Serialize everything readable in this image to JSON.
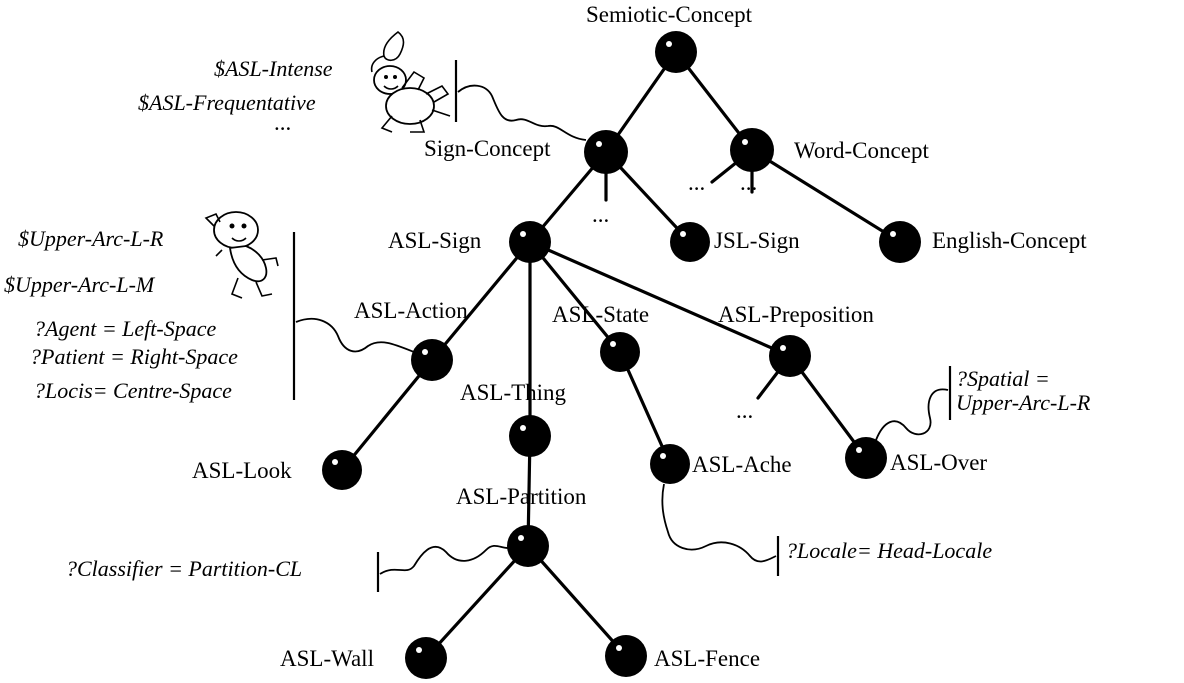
{
  "nodes": {
    "semiotic_concept": "Semiotic-Concept",
    "sign_concept": "Sign-Concept",
    "word_concept": "Word-Concept",
    "asl_sign": "ASL-Sign",
    "jsl_sign": "JSL-Sign",
    "english_concept": "English-Concept",
    "asl_action": "ASL-Action",
    "asl_state": "ASL-State",
    "asl_preposition": "ASL-Preposition",
    "asl_thing": "ASL-Thing",
    "asl_look": "ASL-Look",
    "asl_ache": "ASL-Ache",
    "asl_over": "ASL-Over",
    "asl_partition": "ASL-Partition",
    "asl_wall": "ASL-Wall",
    "asl_fence": "ASL-Fence"
  },
  "ellipsis": "...",
  "annotations": {
    "intense": "$ASL-Intense",
    "frequentative": "$ASL-Frequentative",
    "upper_arc_r": "$Upper-Arc-L-R",
    "upper_arc_m": "$Upper-Arc-L-M",
    "agent": "?Agent = Left-Space",
    "patient": "?Patient = Right-Space",
    "locis": "?Locis= Centre-Space",
    "spatial_1": "?Spatial =",
    "spatial_2": "Upper-Arc-L-R",
    "locale": "?Locale= Head-Locale",
    "classifier": "?Classifier = Partition-CL"
  }
}
